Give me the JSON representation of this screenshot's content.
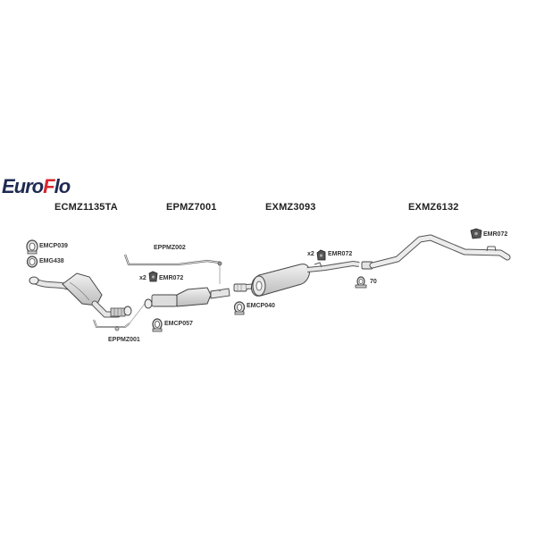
{
  "brand": {
    "logo_main": "Euro",
    "logo_accent": "F",
    "logo_tail": "lo",
    "primary_color": "#1f2a52",
    "accent_color": "#d8262e"
  },
  "sections": [
    {
      "code": "ECMZ1135TA",
      "part": "catalytic-converter-front-pipe"
    },
    {
      "code": "EPMZ7001",
      "part": "catalytic-converter"
    },
    {
      "code": "EXMZ3093",
      "part": "centre-silencer"
    },
    {
      "code": "EXMZ6132",
      "part": "tailpipe"
    }
  ],
  "parts": {
    "emcp039": "EMCP039",
    "emg438": "EMG438",
    "eppmz002": "EPPMZ002",
    "emr072_a_qty": "x2",
    "emr072_a": "EMR072",
    "emcp057": "EMCP057",
    "eppmz001": "EPPMZ001",
    "emr072_b_qty": "x2",
    "emr072_b": "EMR072",
    "emcp040": "EMCP040",
    "clamp_70": "70",
    "emr072_c": "EMR072"
  }
}
